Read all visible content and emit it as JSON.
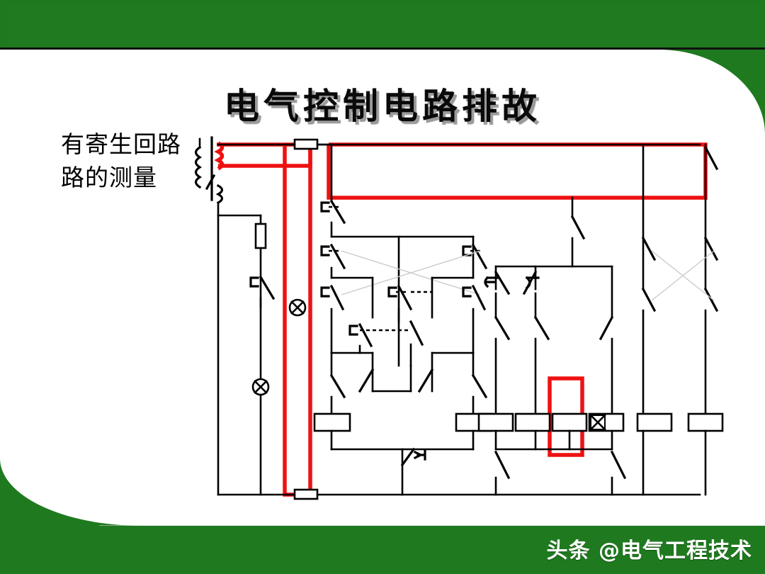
{
  "slide": {
    "title": "电气控制电路排故",
    "caption_line1": "有寄生回路",
    "caption_line2": "路的测量",
    "caption_full": "有寄生回路的测量",
    "watermark": "头条 @电气工程技术",
    "colors": {
      "header_green": "#1f7a1f",
      "panel_white": "#ffffff",
      "title_black": "#0a0a0a",
      "title_shadow": "#9a9a9a",
      "wire_black": "#000000",
      "highlight_red": "#ee1111",
      "interlock_gray": "#cccccc"
    }
  },
  "schematic": {
    "name": "electrical-control-circuit-troubleshooting-diagram",
    "description": "控制电路原理图，红色粗线表示万用表测量寄生回路的路径",
    "components": {
      "transformer": "控制变压器",
      "fuses": [
        "熔断器 FU1 顶部",
        "熔断器 FU2 底部",
        "熔断器 左支路"
      ],
      "lamps": [
        "指示灯 左支路",
        "指示灯 红色测量支路"
      ],
      "coils_left_group": 2,
      "coils_right_group": 6,
      "faulty_coil_marker": "X",
      "highlight_box_top": "红色测量回路顶部横线",
      "highlight_box_coil": "红色方框标注的线圈"
    }
  }
}
